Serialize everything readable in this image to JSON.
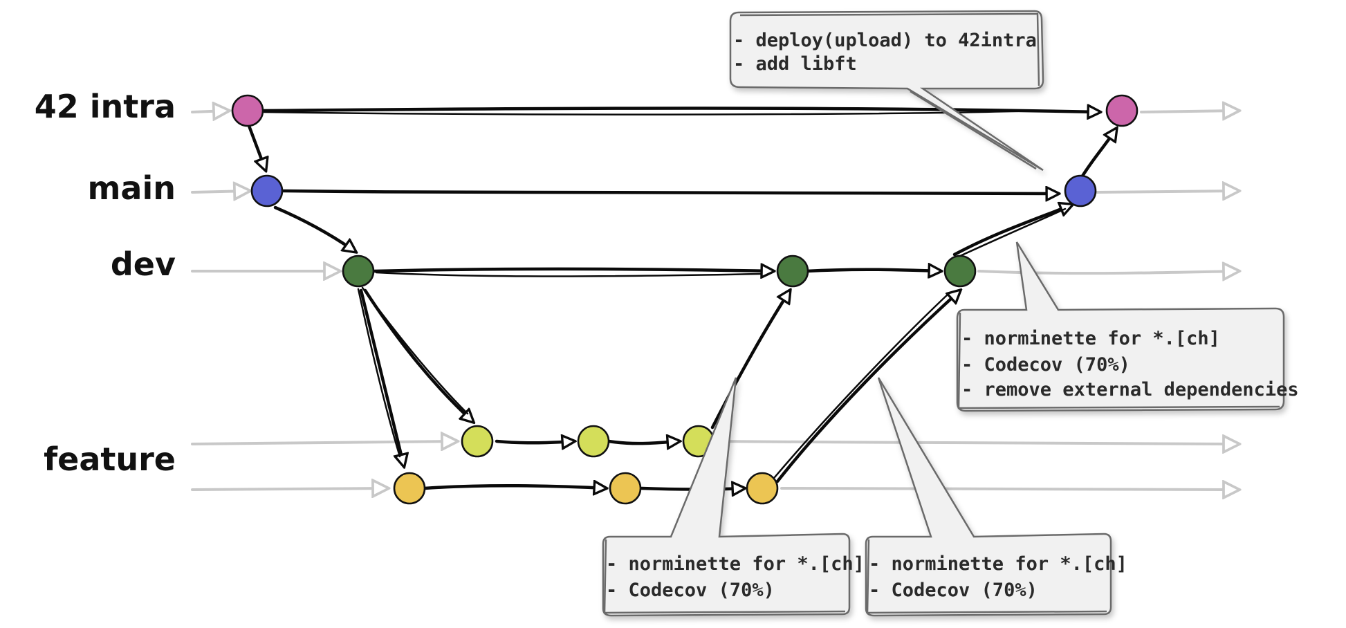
{
  "branches": {
    "intra": "42 intra",
    "main": "main",
    "dev": "dev",
    "feature": "feature"
  },
  "notes": {
    "deploy": [
      "- deploy(upload) to 42intra",
      "- add libft"
    ],
    "dev_checks": [
      "- norminette for *.[ch]",
      "- Codecov (70%)",
      "- remove external dependencies"
    ],
    "feature_a_checks": [
      "- norminette for *.[ch]",
      "- Codecov (70%)"
    ],
    "feature_b_checks": [
      "- norminette for *.[ch]",
      "- Codecov (70%)"
    ]
  },
  "colors": {
    "intra": "#cc66aa",
    "main": "#5a62d4",
    "dev": "#4a7a40",
    "feature_a": "#d4de5a",
    "feature_b": "#ecc553"
  }
}
